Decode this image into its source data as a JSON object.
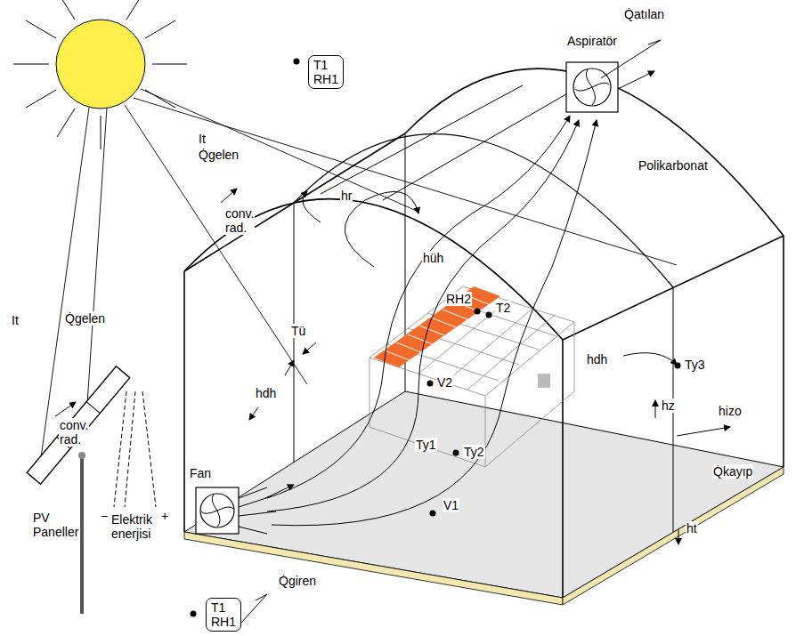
{
  "diagram": {
    "nodes": [
      {
        "text": [
          "T1 RH1"
        ]
      },
      {
        "text": [
          "T1 RH1"
        ]
      }
    ],
    "labels": [
      "Q̇atılan",
      "Aspiratör",
      "Polikarbonat",
      "It",
      "Q̇gelen",
      "hr",
      "conv. rad.",
      "hüh",
      "RH2",
      "T2",
      "Tü",
      "hdh",
      "Ty3",
      "hdh",
      "V2",
      "hz",
      "hizo",
      "Fan",
      "Ty1",
      "Ty2",
      "V1",
      "Q̇kayıp",
      "ht",
      "It",
      "Q̇gelen",
      "conv. rad.",
      "PV Paneller",
      "−",
      "+",
      "Elektrik enerjisi",
      "Q̇giren"
    ]
  }
}
